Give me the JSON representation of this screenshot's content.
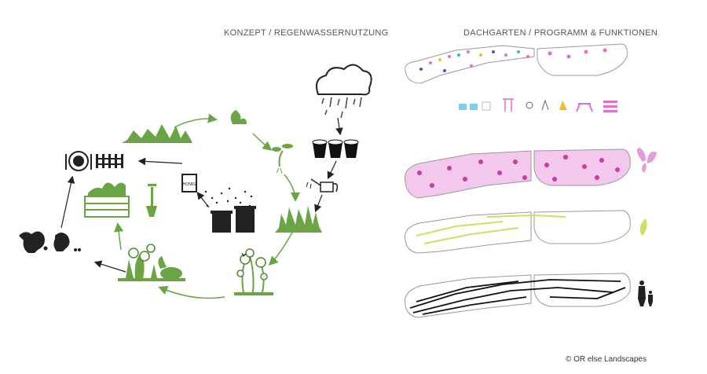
{
  "headings": {
    "concept": "KONZEPT / REGENWASSERNUTZUNG",
    "rooftop": "DACHGARTEN / PROGRAMM & FUNKTIONEN"
  },
  "labels": {
    "honey_jar": "HONIG"
  },
  "credit": "© OR else Landscapes",
  "colors": {
    "green": "#6aa445",
    "arrow_dark": "#222222",
    "pink": "#e070c8",
    "lime": "#c9e264",
    "outline": "#999999"
  },
  "icons": [
    "rain-cloud-icon",
    "buckets-icon",
    "watering-can-icon",
    "sprout-icon",
    "grass-icon",
    "plant-icon",
    "flowers-icon",
    "vegetables-icon",
    "bees-icon",
    "beehive-icon",
    "honey-jar-icon",
    "crate-icon",
    "shovel-icon",
    "chickens-icon",
    "plate-icon",
    "fence-icon",
    "family-icon",
    "butterfly-icon",
    "leaf-icon"
  ]
}
